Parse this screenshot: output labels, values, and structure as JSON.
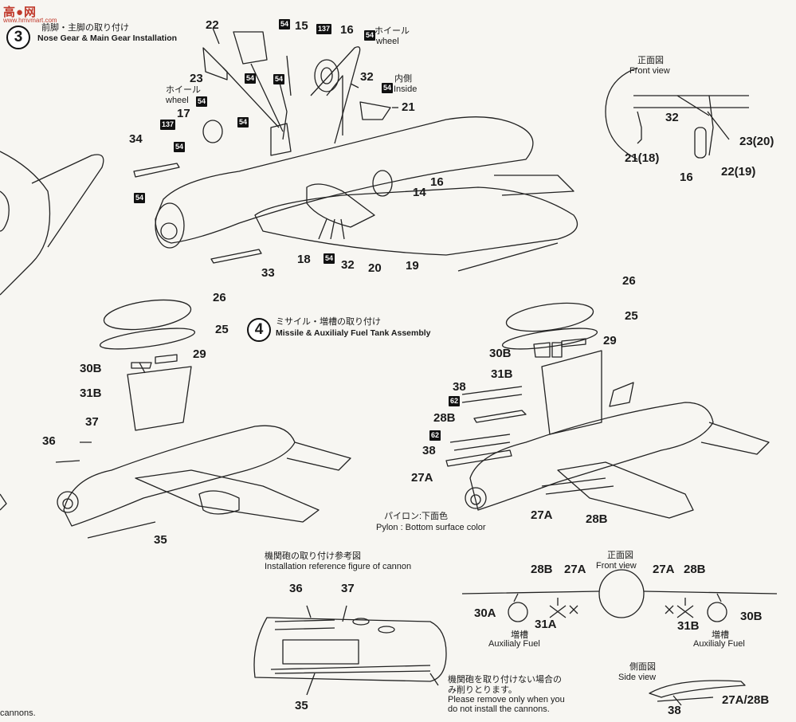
{
  "logo": {
    "text": "高●网",
    "subtext": "www.hmvmart.com"
  },
  "step3": {
    "number": "3",
    "title_jp": "前脚・主脚の取り付け",
    "title_en": "Nose Gear & Main Gear Installation",
    "wheel_jp": "ホイール",
    "wheel_en": "wheel",
    "inside_jp": "内側",
    "inside_en": "Inside",
    "front_view_jp": "正面図",
    "front_view_en": "Front view",
    "parts": {
      "p22": "22",
      "p23": "23",
      "p15": "15",
      "p16a": "16",
      "p32a": "32",
      "p21": "21",
      "p17": "17",
      "p34": "34",
      "p33": "33",
      "p16b": "16",
      "p14": "14",
      "p18": "18",
      "p32b": "32",
      "p20": "20",
      "p19": "19",
      "fv32": "32",
      "fv23": "23(20)",
      "fv21": "21(18)",
      "fv16": "16",
      "fv22": "22(19)"
    },
    "badges": {
      "c54": "54",
      "c137": "137"
    }
  },
  "step4": {
    "number": "4",
    "title_jp": "ミサイル・増槽の取り付け",
    "title_en": "Missile & Auxilialy Fuel Tank Assembly",
    "pylon_jp": "パイロン:下面色",
    "pylon_en": "Pylon : Bottom surface color",
    "front_view_jp": "正面図",
    "front_view_en": "Front view",
    "aux_jp": "増槽",
    "aux_en": "Auxilialy Fuel",
    "side_view_jp": "側面図",
    "side_view_en": "Side view",
    "left_parts": {
      "p26": "26",
      "p25": "25",
      "p29": "29",
      "p30b": "30B",
      "p31b": "31B",
      "p37": "37",
      "p36": "36",
      "p35": "35"
    },
    "right_parts": {
      "p26": "26",
      "p25": "25",
      "p29": "29",
      "p30b": "30B",
      "p31b": "31B",
      "p38a": "38",
      "p28b": "28B",
      "p38b": "38",
      "p27a": "27A",
      "p27a2": "27A",
      "p28b2": "28B"
    },
    "badge62": "62",
    "fv_parts": {
      "a": "28B",
      "b": "27A",
      "c": "27A",
      "d": "28B",
      "e": "30A",
      "f": "31A",
      "g": "31B",
      "h": "30B"
    },
    "side_parts": {
      "a": "38",
      "b": "27A/28B"
    }
  },
  "cannon": {
    "title_jp": "機関砲の取り付け参考図",
    "title_en": "Installation reference figure of cannon",
    "p36": "36",
    "p37": "37",
    "p35": "35",
    "note_jp1": "機関砲を取り付けない場合の",
    "note_jp2": "み削りとります。",
    "note_en1": "Please remove only when you",
    "note_en2": "do not install the cannons.",
    "left_fragment": "cannons."
  }
}
